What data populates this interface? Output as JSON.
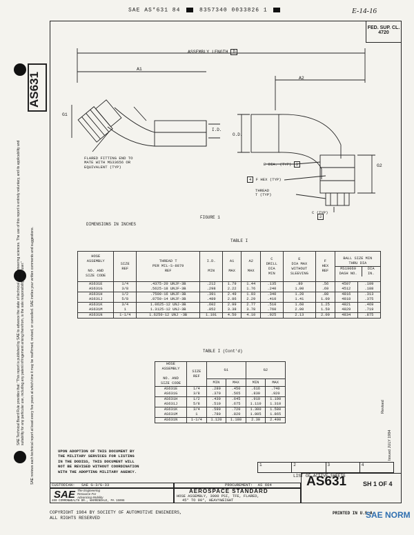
{
  "header": {
    "line": "SAE AS*631 84",
    "code": "8357340 0033826 1",
    "handwritten": "E-14-16"
  },
  "fed_sup_cl": {
    "label": "FED. SUP. CL.",
    "value": "4720"
  },
  "doc_number_vertical": "AS631",
  "side_notes": [
    "SAE Technical Board Rule provides that: \"This report is published by SAE to advance the state of technical and engineering sciences. The use of this report is entirely voluntary, and its applicability and suitability for any particular use, including any patent infringement arising therefrom, is the sole responsibility of the user.\"",
    "SAE reviews each technical report at least every five years at which time it may be reaffirmed, revised, or cancelled. SAE invites your written comments and suggestions."
  ],
  "drawing": {
    "assembly_length": "ASSEMBLY LENGTH",
    "assembly_length_ref": "D",
    "a1": "A1",
    "a2": "A2",
    "g1": "G1",
    "g2": "G2",
    "id": "I.D.",
    "od": "O.D.",
    "flared_note": [
      "FLARED FITTING END TO",
      "MATE WITH MS33656 OR",
      "EQUIVALENT (TYP)"
    ],
    "e_dia": "E DIA. (TYP)",
    "e_ref": "3",
    "f_hex": "F HEX (TYP)",
    "f_ref": "4",
    "thread": [
      "THREAD",
      "T (TYP)"
    ],
    "c_typ": "C (TYP)",
    "c_ref": "2",
    "figure": "FIGURE 1",
    "dimensions": "DIMENSIONS IN INCHES"
  },
  "table1": {
    "title": "TABLE I",
    "headers": {
      "hose_assembly": [
        "HOSE",
        "ASSEMBLY",
        "NO. AND",
        "SIZE CODE"
      ],
      "size_ref": [
        "SIZE",
        "REF"
      ],
      "thread": [
        "THREAD T",
        "PER MIL-S-8879",
        "REF"
      ],
      "id": [
        "I.D.",
        "MIN"
      ],
      "a1": [
        "A1",
        "MAX"
      ],
      "a2": [
        "A2",
        "MAX"
      ],
      "c": [
        "C",
        "DRILL",
        "DIA",
        "MIN"
      ],
      "e": [
        "E",
        "DIA MAX",
        "WITHOUT",
        "SLEEVING"
      ],
      "f": [
        "F",
        "HEX",
        "REF"
      ],
      "ball": [
        "BALL SIZE MIN",
        "THRU DIA"
      ],
      "ms": [
        "MS19069",
        "DASH NO."
      ],
      "dia": [
        "DIA",
        "IN."
      ]
    },
    "rows": [
      [
        "AS631E",
        "1/4",
        ".4375-20 UNJF-3B",
        ".212",
        "1.79",
        "1.44",
        ".135",
        ".80",
        ".56",
        "4507",
        ".109"
      ],
      [
        "AS631G",
        "3/8",
        ".5625-18 UNJF-3B",
        ".298",
        "2.22",
        "1.76",
        ".240",
        "1.00",
        ".69",
        "4512",
        ".188"
      ],
      [
        "AS631H",
        "1/2",
        ".7500-16 UNJF-3B",
        ".391",
        "2.49",
        "1.93",
        ".340",
        "1.20",
        ".88",
        "4816",
        ".313"
      ],
      [
        "AS631J",
        "5/8",
        ".8750-14 UNJF-3B",
        ".489",
        "2.86",
        "2.29",
        ".410",
        "1.41",
        "1.00",
        "4818",
        ".375"
      ],
      [
        "AS631K",
        "3/4",
        "1.0625-12 UNJ-3B",
        ".602",
        "2.99",
        "2.77",
        ".510",
        "1.60",
        "1.25",
        "4821",
        ".469"
      ],
      [
        "AS631M",
        "1",
        "1.3125-12 UNJ-3B",
        ".852",
        "3.38",
        "3.78",
        ".760",
        "2.00",
        "1.50",
        "4829",
        ".719"
      ],
      [
        "AS631N",
        "1-1/4",
        "1.6250-12 UNJ -3B",
        "1.101",
        "4.50",
        "4.10",
        ".925",
        "2.13",
        "2.00",
        "4834",
        ".875"
      ]
    ]
  },
  "table1_cont": {
    "title": "TABLE I (Cont'd)",
    "headers": {
      "hose": [
        "HOSE",
        "ASSEMBLY",
        "NO. AND",
        "SIZE CODE"
      ],
      "size": [
        "SIZE",
        "REF"
      ],
      "g1": "G1",
      "g2": "G2",
      "min": "MIN",
      "max": "MAX"
    },
    "rows": [
      [
        "AS631E",
        "1/4",
        ".280",
        ".450",
        ".616",
        ".740"
      ],
      [
        "AS631G",
        "3/8",
        ".370",
        ".565",
        ".830",
        ".920"
      ],
      [
        "AS631H",
        "1/2",
        ".430",
        ".645",
        ".910",
        "1.100"
      ],
      [
        "AS631J",
        "5/8",
        ".510",
        ".675",
        "1.110",
        "1.310"
      ],
      [
        "AS631K",
        "3/4",
        ".590",
        ".720",
        "1.300",
        "1.580"
      ],
      [
        "AS631M",
        "1",
        ".780",
        ".820",
        "1.805",
        "1.865"
      ],
      [
        "AS631N",
        "1-1/4",
        "1.120",
        "1.180",
        "2.30",
        "2.400"
      ]
    ]
  },
  "adoption_note": [
    "UPON ADOPTION OF THIS DOCUMENT BY",
    "THE MILITARY SERVICES FOR LISTING",
    "IN THE DODISS, THIS DOCUMENT WILL",
    "NOT BE REVISED WITHOUT COORDINATION",
    "WITH THE ADOPTING MILITARY AGENCY."
  ],
  "active_sheets": {
    "label": "LIST OF ACTIVE SHEETS",
    "sheets": [
      "1",
      "2",
      "3",
      "4"
    ]
  },
  "revised": [
    "Revised",
    "Issued JULY 1984"
  ],
  "title_block": {
    "custodian_label": "CUSTODIAN:",
    "custodian_value": "SAE G-3/G-33",
    "procurement_label": "PROCUREMENT:",
    "procurement_value": "AS 604",
    "category": "AEROSPACE STANDARD",
    "title": [
      "HOSE ASSEMBLY, 3000 PSI, TFE, FLARED,",
      "45° TO 90°, HEAVYWEIGHT"
    ],
    "sae_logo": "SAE",
    "sae_tagline": [
      "The Engineering",
      "Resource For",
      "Advancing Mobility"
    ],
    "address": "400 COMMONWEALTH DR., WARRENDALE, PA 15096",
    "doc": "AS631",
    "sheet": "SH 1 OF 4"
  },
  "footer": {
    "copyright": "COPYRIGHT 1984 BY SOCIETY OF AUTOMOTIVE ENGINEERS,",
    "rights": "ALL RIGHTS RESERVED",
    "printed": "PRINTED IN U.S.A.",
    "watermark": "SAE NORM"
  }
}
